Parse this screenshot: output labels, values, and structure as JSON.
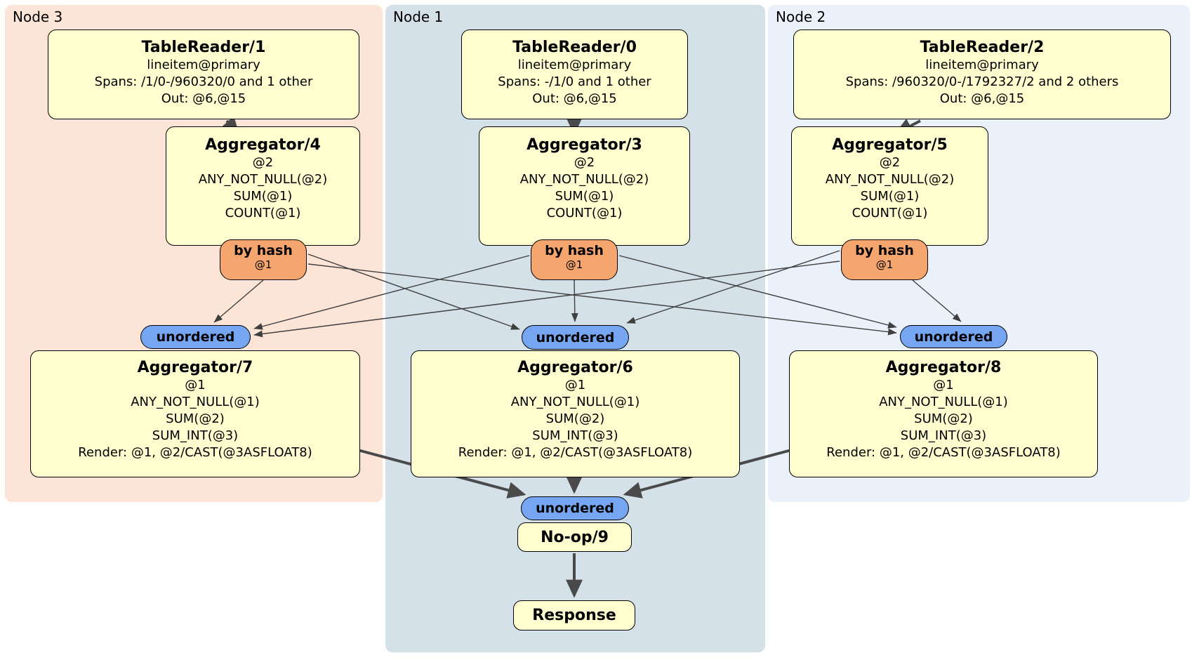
{
  "regions": {
    "node3": {
      "label": "Node 3"
    },
    "node1": {
      "label": "Node 1"
    },
    "node2": {
      "label": "Node 2"
    }
  },
  "boxes": {
    "tr1": {
      "title": "TableReader/1",
      "lines": [
        "lineitem@primary",
        "Spans: /1/0-/960320/0 and 1 other",
        "Out: @6,@15"
      ]
    },
    "tr0": {
      "title": "TableReader/0",
      "lines": [
        "lineitem@primary",
        "Spans: -/1/0 and 1 other",
        "Out: @6,@15"
      ]
    },
    "tr2": {
      "title": "TableReader/2",
      "lines": [
        "lineitem@primary",
        "Spans: /960320/0-/1792327/2 and 2 others",
        "Out: @6,@15"
      ]
    },
    "agg4": {
      "title": "Aggregator/4",
      "lines": [
        "@2",
        "ANY_NOT_NULL(@2)",
        "SUM(@1)",
        "COUNT(@1)"
      ]
    },
    "agg3": {
      "title": "Aggregator/3",
      "lines": [
        "@2",
        "ANY_NOT_NULL(@2)",
        "SUM(@1)",
        "COUNT(@1)"
      ]
    },
    "agg5": {
      "title": "Aggregator/5",
      "lines": [
        "@2",
        "ANY_NOT_NULL(@2)",
        "SUM(@1)",
        "COUNT(@1)"
      ]
    },
    "agg7": {
      "title": "Aggregator/7",
      "lines": [
        "@1",
        "ANY_NOT_NULL(@1)",
        "SUM(@2)",
        "SUM_INT(@3)",
        "Render: @1, @2/CAST(@3ASFLOAT8)"
      ]
    },
    "agg6": {
      "title": "Aggregator/6",
      "lines": [
        "@1",
        "ANY_NOT_NULL(@1)",
        "SUM(@2)",
        "SUM_INT(@3)",
        "Render: @1, @2/CAST(@3ASFLOAT8)"
      ]
    },
    "agg8": {
      "title": "Aggregator/8",
      "lines": [
        "@1",
        "ANY_NOT_NULL(@1)",
        "SUM(@2)",
        "SUM_INT(@3)",
        "Render: @1, @2/CAST(@3ASFLOAT8)"
      ]
    },
    "noop": {
      "title": "No-op/9"
    },
    "response": {
      "title": "Response"
    }
  },
  "routers": {
    "hash_label": "by hash",
    "hash_sub": "@1"
  },
  "syncs": {
    "unordered_label": "unordered"
  },
  "colors": {
    "node3_bg": "#fce4d6",
    "node1_bg": "#d4e1e9",
    "node2_bg": "#ebf1fa",
    "processor_bg": "#ffffcf",
    "router_bg": "#f5a56e",
    "sync_bg": "#76a5f1",
    "box_border": "#000000",
    "edge": "#4a4a4a"
  }
}
